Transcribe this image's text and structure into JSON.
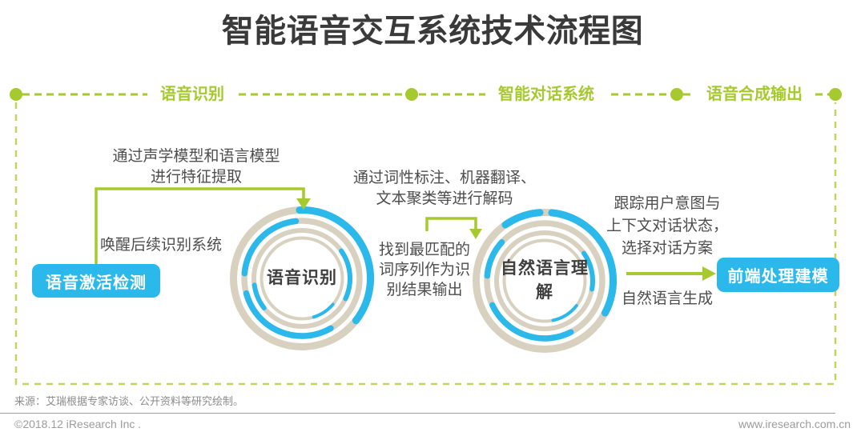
{
  "title": "智能语音交互系统技术流程图",
  "stages": [
    {
      "label": "语音识别"
    },
    {
      "label": "智能对话系统"
    },
    {
      "label": "语音合成输出"
    }
  ],
  "nodes": {
    "activation_box": "语音激活检测",
    "asr_circle": "语音识别",
    "nlu_circle": "自然语言理解",
    "frontend_box": "前端处理建模"
  },
  "annotations": {
    "feature_extraction": "通过声学模型和语言模型\n进行特征提取",
    "wake_note": "唤醒后续识别系统",
    "decode_note": "通过词性标注、机器翻译、\n文本聚类等进行解码",
    "best_match_note": "找到最匹配的\n词序列作为识\n别结果输出",
    "dialog_note": "跟踪用户意图与\n上下文对话状态，\n选择对话方案",
    "nlg_note": "自然语言生成"
  },
  "footer": {
    "source": "来源：艾瑞根据专家访谈、公开资料等研究绘制。",
    "copyright": "©2018.12 iResearch Inc .",
    "website": "www.iresearch.com.cn"
  },
  "colors": {
    "accent_green": "#a6c92f",
    "frame_green": "#c7d15f",
    "cyan": "#2bb8ea",
    "ring_beige": "#d8d1c0",
    "title_gray": "#3a3a3a"
  }
}
